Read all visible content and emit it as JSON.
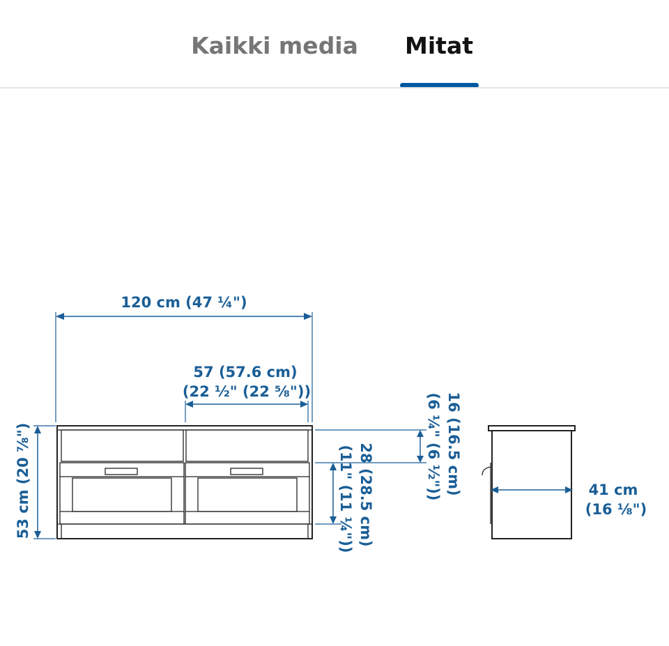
{
  "tabs": [
    {
      "label": "Kaikki media",
      "active": false
    },
    {
      "label": "Mitat",
      "active": true
    }
  ],
  "colors": {
    "accent": "#0058a3",
    "dimension_text": "#1a5e96",
    "inactive_tab": "#767676",
    "active_tab": "#111111"
  },
  "dimensions": {
    "width_total": "120 cm (47 ¼\")",
    "drawer_width_line1": "57 (57.6 cm)",
    "drawer_width_line2": "(22 ½\" (22 ⅝\"))",
    "height_total": "53 cm (20 ⅞\")",
    "drawer_height_line1": "28 (28.5 cm)",
    "drawer_height_line2": "(11\" (11 ¼\"))",
    "shelf_height_line1": "16 (16.5 cm)",
    "shelf_height_line2": "(6 ¼\" (6 ½\"))",
    "depth_line1": "41 cm",
    "depth_line2": "(16 ⅛\")"
  }
}
